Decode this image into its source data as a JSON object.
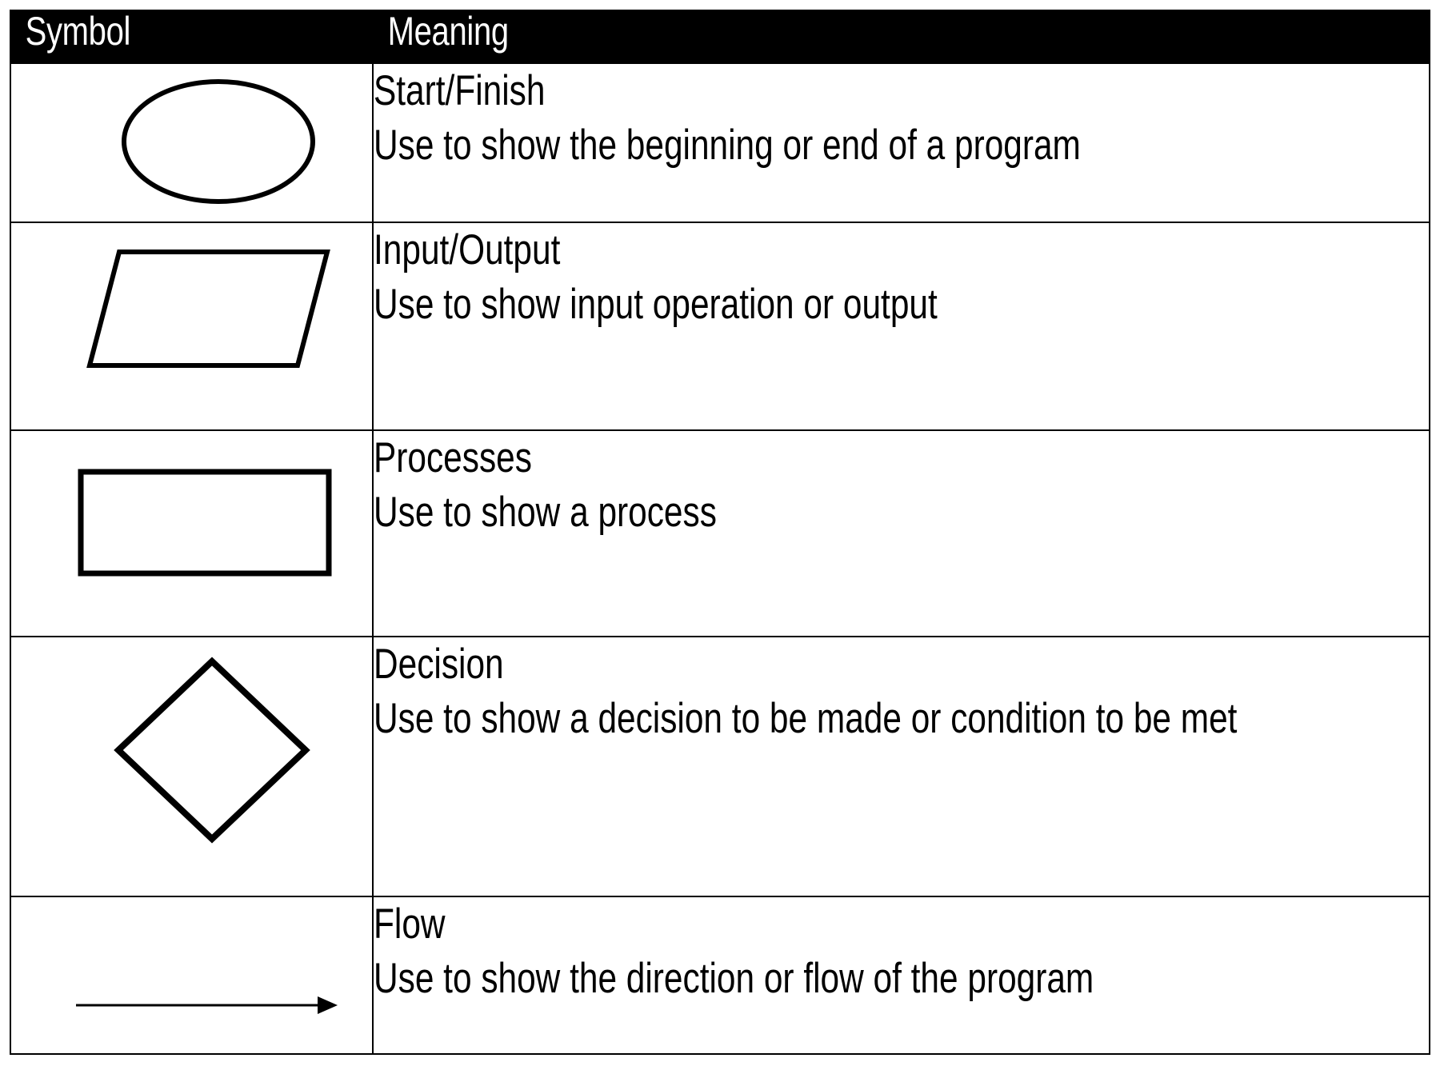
{
  "table": {
    "headers": {
      "symbol": "Symbol",
      "meaning": "Meaning"
    },
    "rows": [
      {
        "shape": "ellipse",
        "shape_name": "oval-shape",
        "title": "Start/Finish",
        "description": "Use to show the beginning or end of a program"
      },
      {
        "shape": "parallelogram",
        "shape_name": "parallelogram-shape",
        "title": "Input/Output",
        "description": "Use to show input operation or output"
      },
      {
        "shape": "rectangle",
        "shape_name": "rectangle-shape",
        "title": "Processes",
        "description": "Use to show a process"
      },
      {
        "shape": "diamond",
        "shape_name": "diamond-shape",
        "title": "Decision",
        "description": "Use to show a decision to be made or condition to be met"
      },
      {
        "shape": "arrow",
        "shape_name": "arrow-shape",
        "title": "Flow",
        "description": "Use to show the direction or flow of the program"
      }
    ]
  },
  "colors": {
    "header_background": "#000000",
    "header_text": "#ffffff",
    "border": "#000000",
    "body_background": "#ffffff",
    "shape_stroke": "#000000"
  }
}
